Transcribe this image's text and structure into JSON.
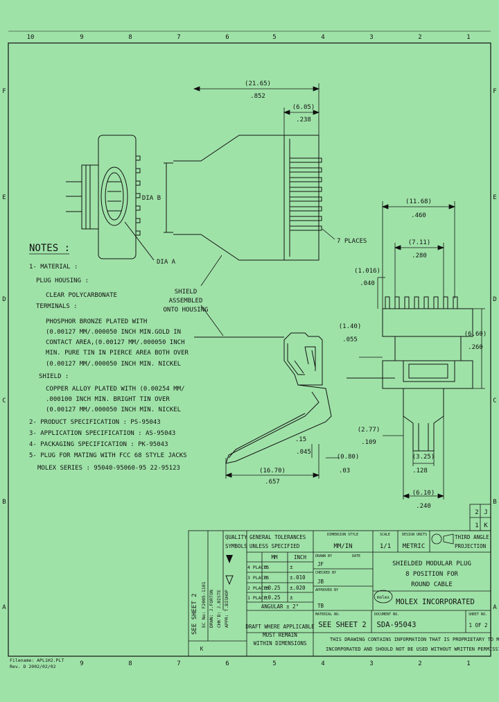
{
  "border": {
    "top_cols": [
      "10",
      "9",
      "8",
      "7",
      "6",
      "5",
      "4",
      "3",
      "2",
      "1"
    ],
    "bottom_cols": [
      "9",
      "8",
      "7",
      "6",
      "5",
      "4",
      "3",
      "2",
      "1"
    ],
    "rows": [
      "F",
      "E",
      "D",
      "C",
      "B",
      "A"
    ]
  },
  "dims": {
    "overall_mm": "(21.65)",
    "overall_in": ".852",
    "front_mm": "(6.05)",
    "front_in": ".238",
    "dia_b": "DIA B",
    "dia_a": "DIA A",
    "places": "7 PLACES",
    "w_mm": "(11.68)",
    "w_in": ".460",
    "pin_mm": "(7.11)",
    "pin_in": ".280",
    "t1_mm": "(1.016)",
    "t1_in": ".040",
    "t2_mm": "(1.40)",
    "t2_in": ".055",
    "h_mm": "(6.60)",
    "h_in": ".260",
    "shield_label": "SHIELD\nASSEMBLED\nONTO HOUSING",
    "leg_mm": "(2.77)",
    "leg_in": ".109",
    "gap_mm": "(3.25)",
    "gap_in": ".128",
    "bw_mm": "(6.10)",
    "bw_in": ".240",
    "s1_mm": ".15",
    "s1_in": ".045",
    "s2_mm": "(0.80)",
    "s2_in": ".03",
    "len_mm": "(16.70)",
    "len_in": ".657"
  },
  "notes": {
    "title": "NOTES :",
    "lines": [
      "1- MATERIAL :",
      "PLUG HOUSING :",
      "CLEAR POLYCARBONATE",
      "TERMINALS :",
      "PHOSPHOR BRONZE PLATED WITH",
      "(0.00127 MM/.000050 INCH MIN.GOLD IN",
      "CONTACT AREA,(0.00127 MM/.000050 INCH",
      "MIN. PURE TIN IN PIERCE AREA BOTH OVER",
      "(0.00127 MM/.000050 INCH MIN. NICKEL",
      "SHIELD :",
      "COPPER ALLOY PLATED WITH (0.00254 MM/",
      ".000100 INCH MIN. BRIGHT TIN OVER",
      "(0.00127 MM/.000050 INCH MIN. NICKEL",
      "2- PRODUCT SPECIFICATION : PS-95043",
      "3- APPLICATION SPECIFICATION : AS-95043",
      "4- PACKAGING SPECIFICATION : PK-95043",
      "5- PLUG FOR MATING WITH FCC 68 STYLE JACKS",
      "MOLEX SERIES : 95040-95060-95 22-95123"
    ]
  },
  "title_block": {
    "rev_letters": [
      "2",
      "J",
      "1",
      "K"
    ],
    "quality": "QUALITY\nSYMBOLS",
    "tolerance": "GENERAL TOLERANCES\nUNLESS SPECIFIED",
    "dim_style_hdr": "DIMENSION STYLE",
    "dim_style": "MM/IN",
    "scale_hdr": "SCALE",
    "scale": "1/1",
    "design_units_hdr": "DESIGN UNITS",
    "design_units": "METRIC",
    "projection": "THIRD ANGLE\nPROJECTION",
    "col_mm": "MM",
    "col_inch": "INCH",
    "drawn_by_hdr": "DRAWN BY",
    "drawn_by": "JF",
    "date_hdr": "DATE",
    "checked_by_hdr": "CHECKED BY",
    "checked_by": "JB",
    "approved_by_hdr": "APPROVED BY",
    "approved_by": "TB",
    "tol_rows": [
      {
        "label": "4 PLACES",
        "mm": "±",
        "inch": "±"
      },
      {
        "label": "3 PLACES",
        "mm": "±",
        "inch": "±.010"
      },
      {
        "label": "2 PLACES",
        "mm": "±0.25",
        "inch": "±.020"
      },
      {
        "label": "1 PLACE",
        "mm": "±0.25",
        "inch": "±"
      }
    ],
    "angular": "ANGULAR ± 2°",
    "title": "SHIELDED MODULAR PLUG\n8 POSITION FOR\nROUND CABLE",
    "company": "MOLEX INCORPORATED",
    "material_hdr": "MATERIAL NO.",
    "material": "SEE SHEET 2",
    "doc_hdr": "DOCUMENT NO.",
    "doc": "SDA-95043",
    "sheet_hdr": "SHEET NO.",
    "sheet": "1 OF 2",
    "draft": "DRAFT WHERE APPLICABLE\nMUST REMAIN\nWITHIN DIMENSIONS",
    "proprietary": "THIS DRAWING CONTAINS INFORMATION THAT IS PROPRIETARY TO MOLEX\nINCORPORATED AND SHOULD NOT BE USED WITHOUT WRITTEN PERMISSION",
    "see_sheet_vertical": "SEE SHEET 2",
    "rev_vertical_1": "EC No: F2005-1101",
    "rev_vertical_2": "DRWN: J.FORTON",
    "rev_vertical_3": "CHK'D: J.BISTE",
    "rev_vertical_4": "APPR: T.BISHOP",
    "rev_k": "K",
    "filename": "Filename: APL1H2.PLT\nRev. D 2002/02/02"
  },
  "colors": {
    "background": "#9fe2a8",
    "ink": "#111111"
  }
}
